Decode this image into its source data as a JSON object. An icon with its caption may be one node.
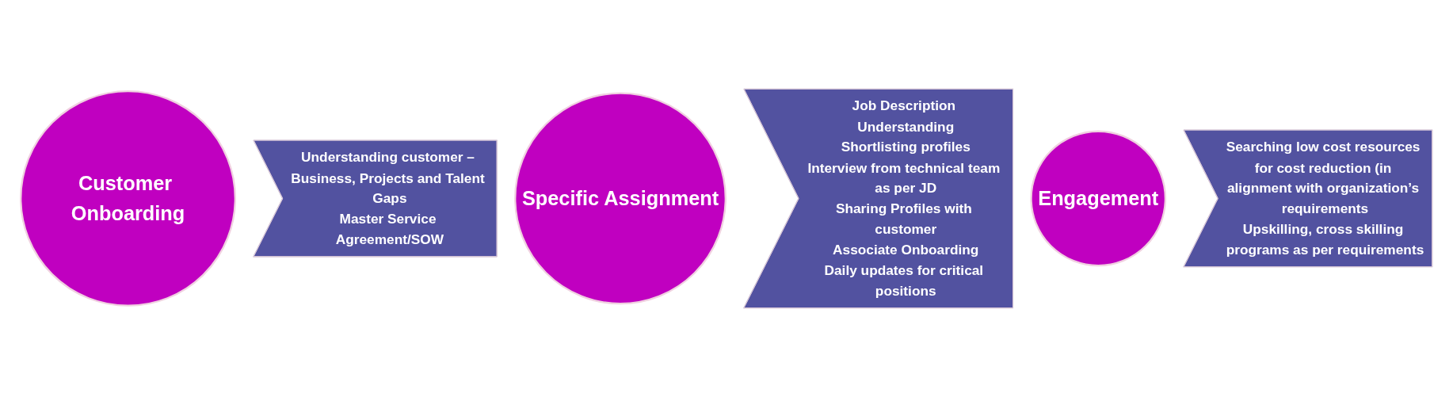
{
  "diagram": {
    "nodes": [
      {
        "text": [
          "Customer Onboarding"
        ]
      },
      {
        "text": [
          "Understanding customer – Business, Projects and Talent Gaps",
          "Master Service Agreement/SOW"
        ]
      },
      {
        "text": [
          "Specific Assignment"
        ]
      },
      {
        "text": [
          "Job Description Understanding",
          "Shortlisting profiles",
          "Interview from technical team as per JD",
          "Sharing Profiles with customer",
          "Associate Onboarding",
          "Daily updates for critical positions"
        ]
      },
      {
        "text": [
          "Engagement"
        ]
      },
      {
        "text": [
          "Searching low cost resources for cost reduction (in alignment with organization’s requirements",
          "Upskilling, cross skilling programs as per requirements"
        ]
      }
    ]
  }
}
